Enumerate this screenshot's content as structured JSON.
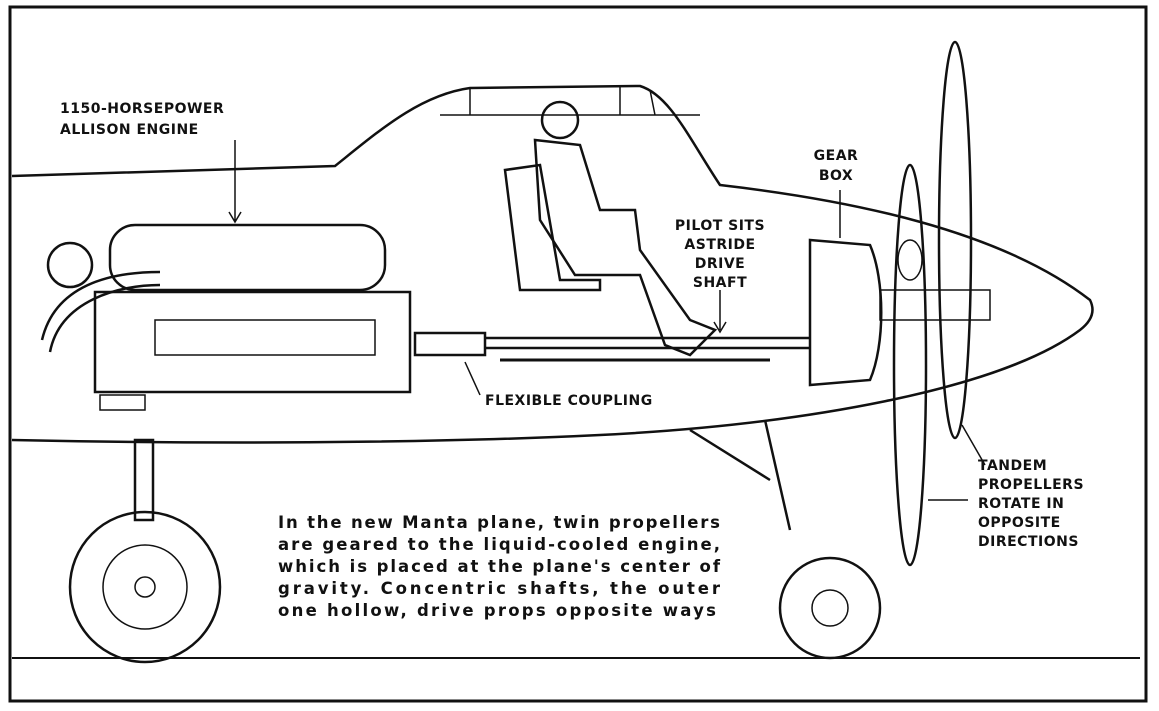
{
  "labels": {
    "engine": [
      "1150-HORSEPOWER",
      "ALLISON ENGINE"
    ],
    "gearbox": [
      "GEAR",
      "BOX"
    ],
    "pilot": [
      "PILOT SITS",
      "ASTRIDE",
      "DRIVE",
      "SHAFT"
    ],
    "coupling": "FLEXIBLE COUPLING",
    "propellers": [
      "TANDEM",
      "PROPELLERS",
      "ROTATE IN",
      "OPPOSITE",
      "DIRECTIONS"
    ]
  },
  "caption": [
    "In the new Manta plane, twin propellers",
    "are geared to the liquid-cooled engine,",
    "which is placed at the plane's center of",
    "gravity. Concentric shafts, the outer",
    "one hollow, drive props opposite ways"
  ]
}
